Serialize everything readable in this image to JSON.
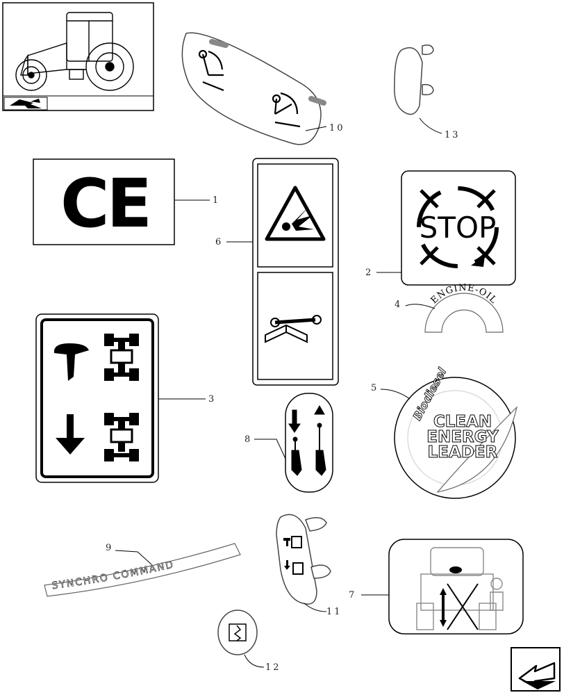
{
  "parts": [
    {
      "ref": "1",
      "name": "CE decal"
    },
    {
      "ref": "2",
      "name": "Stop decal",
      "text": "STOP"
    },
    {
      "ref": "3",
      "name": "Front axle / traction decal"
    },
    {
      "ref": "4",
      "name": "Engine oil decal",
      "text": "ENGINE-OIL"
    },
    {
      "ref": "5",
      "name": "Biodiesel decal",
      "script": "Biodiesel",
      "lines": [
        "CLEAN",
        "ENERGY",
        "LEADER"
      ]
    },
    {
      "ref": "6",
      "name": "Battery warning decal"
    },
    {
      "ref": "7",
      "name": "Tractor warning decal"
    },
    {
      "ref": "8",
      "name": "Hydraulic lever decal"
    },
    {
      "ref": "9",
      "name": "Synchro command strip",
      "text": "SYNCHRO COMMAND"
    },
    {
      "ref": "10",
      "name": "Console switch decal"
    },
    {
      "ref": "11",
      "name": "Knob decal"
    },
    {
      "ref": "12",
      "name": "Small round decal"
    },
    {
      "ref": "13",
      "name": "Small knob"
    }
  ],
  "ce_text": "CE",
  "icons": {
    "nav_back": "back-arrow-icon",
    "thumbnail_nav": "next-page-icon"
  }
}
